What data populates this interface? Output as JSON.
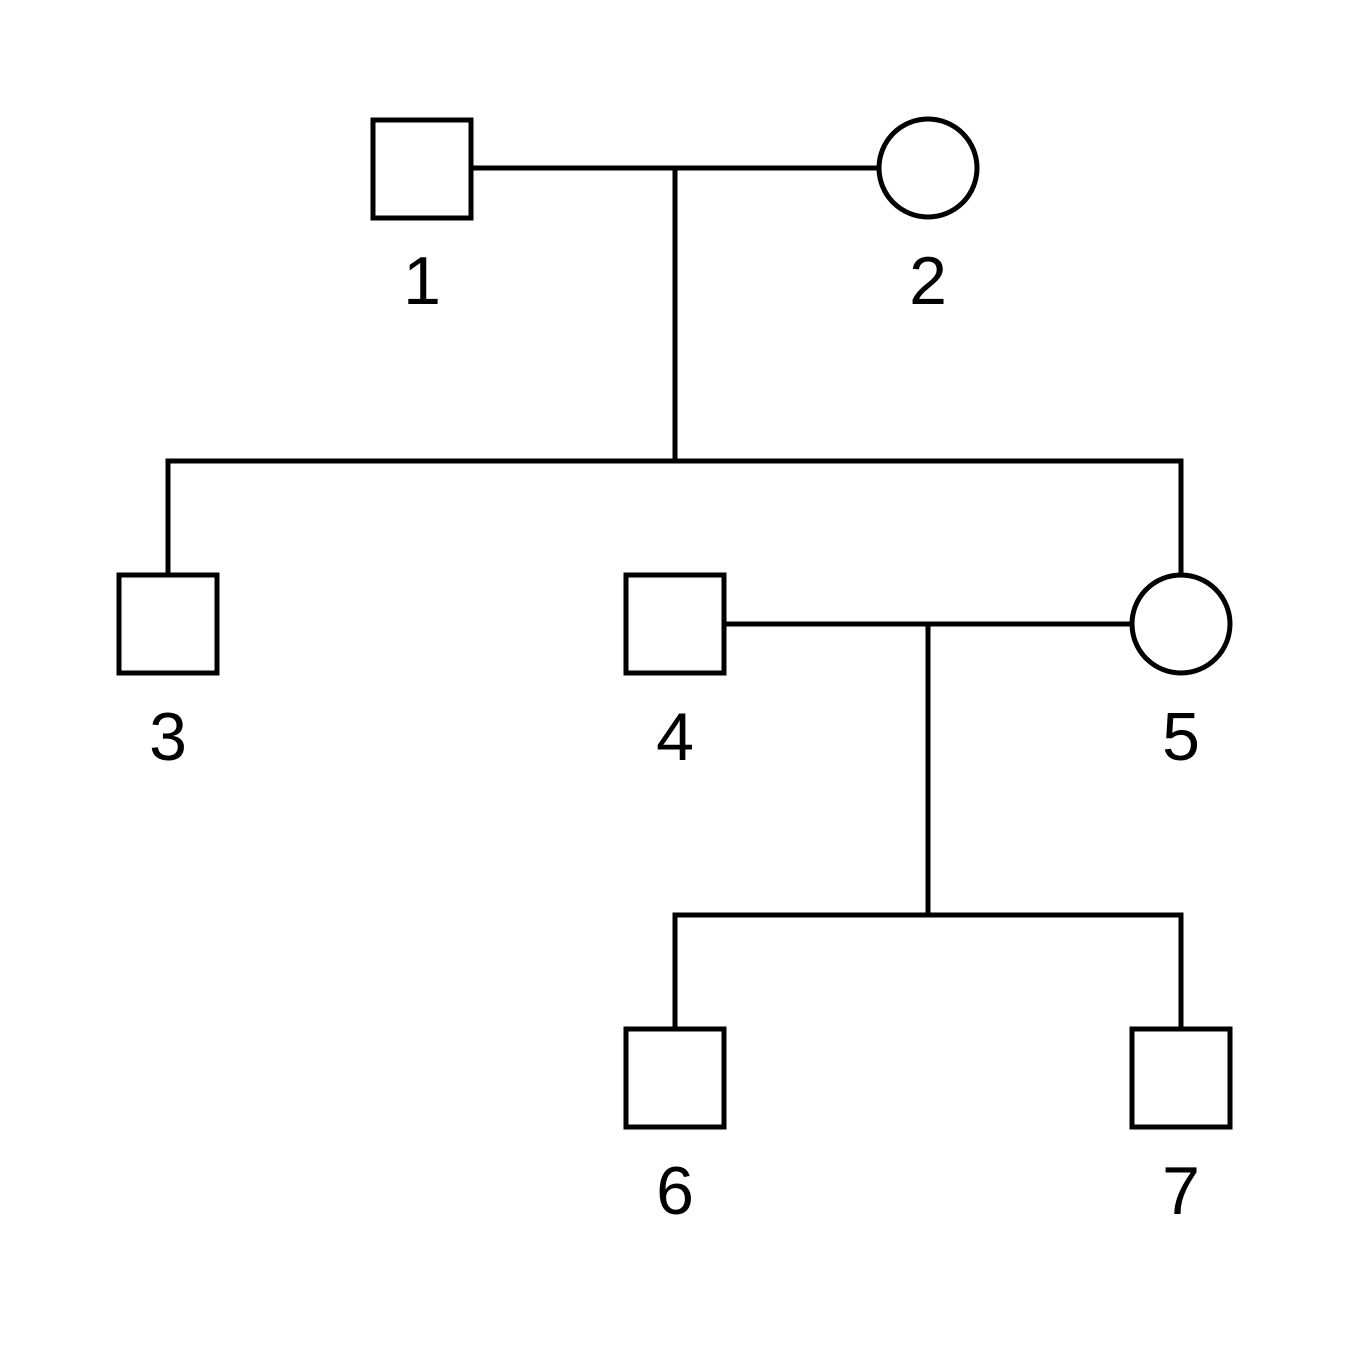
{
  "individuals": [
    {
      "id": "1",
      "label": "1",
      "sex": "male"
    },
    {
      "id": "2",
      "label": "2",
      "sex": "female"
    },
    {
      "id": "3",
      "label": "3",
      "sex": "male"
    },
    {
      "id": "4",
      "label": "4",
      "sex": "male"
    },
    {
      "id": "5",
      "label": "5",
      "sex": "female"
    },
    {
      "id": "6",
      "label": "6",
      "sex": "male"
    },
    {
      "id": "7",
      "label": "7",
      "sex": "male"
    }
  ],
  "couples": [
    {
      "partners": [
        "1",
        "2"
      ],
      "children": [
        "3",
        "5"
      ]
    },
    {
      "partners": [
        "4",
        "5"
      ],
      "children": [
        "6",
        "7"
      ]
    }
  ],
  "colors": {
    "stroke": "#000000",
    "fill": "#ffffff"
  }
}
